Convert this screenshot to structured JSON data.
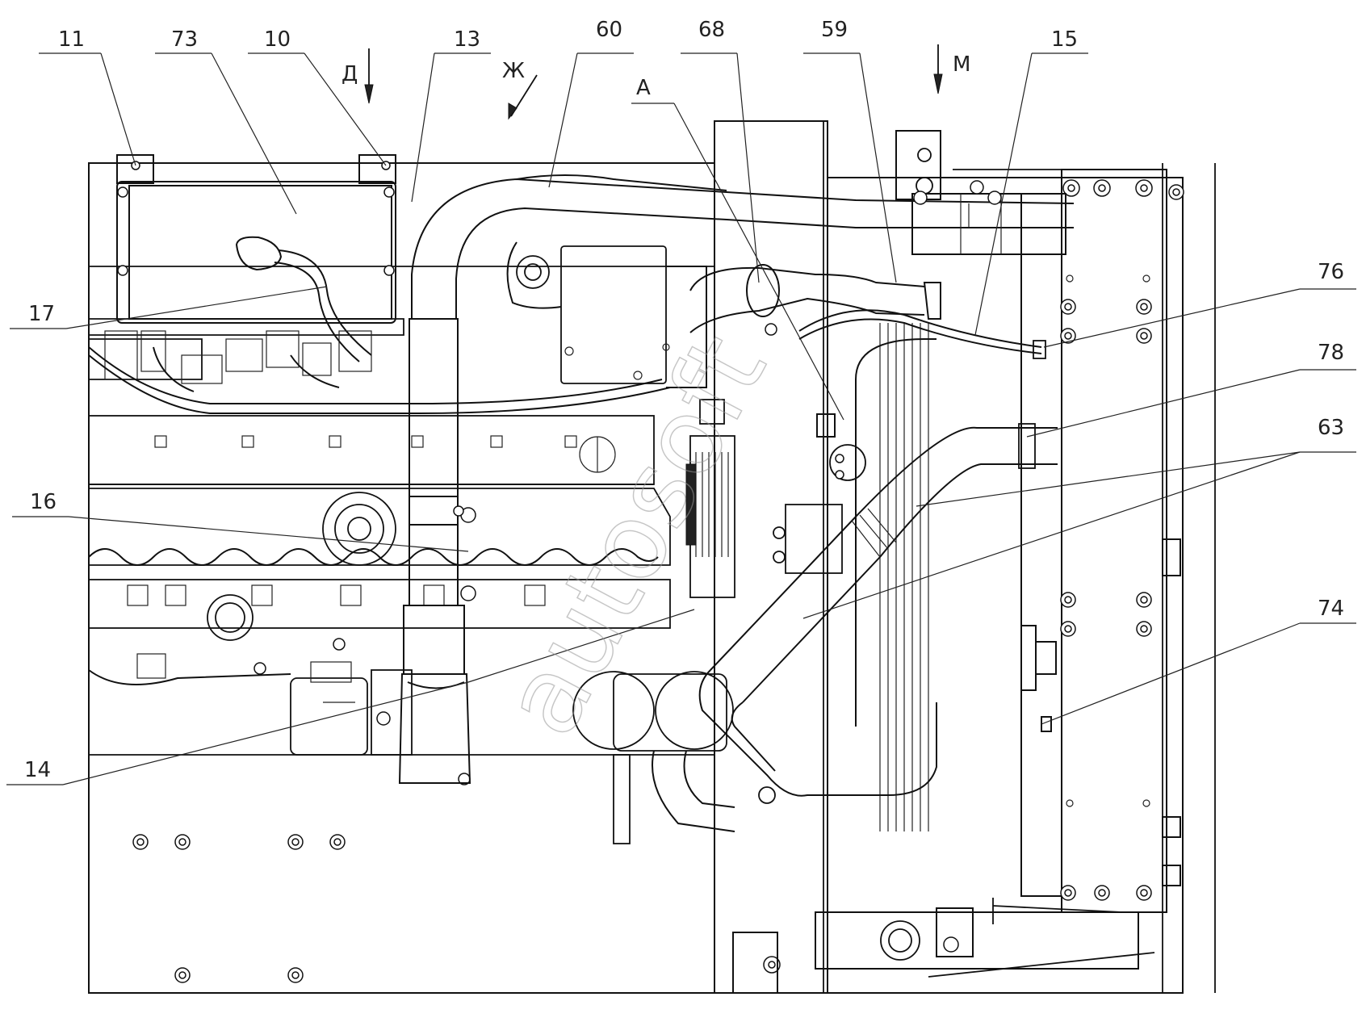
{
  "callouts": {
    "c11": "11",
    "c73": "73",
    "c10": "10",
    "c13": "13",
    "c60": "60",
    "c68": "68",
    "c59": "59",
    "c15": "15",
    "c17": "17",
    "c76": "76",
    "c78": "78",
    "c63": "63",
    "c16": "16",
    "c74": "74",
    "c14": "14"
  },
  "view_marks": {
    "d": "Д",
    "zh": "Ж",
    "a": "A",
    "m": "М"
  },
  "watermark": "autosoft"
}
